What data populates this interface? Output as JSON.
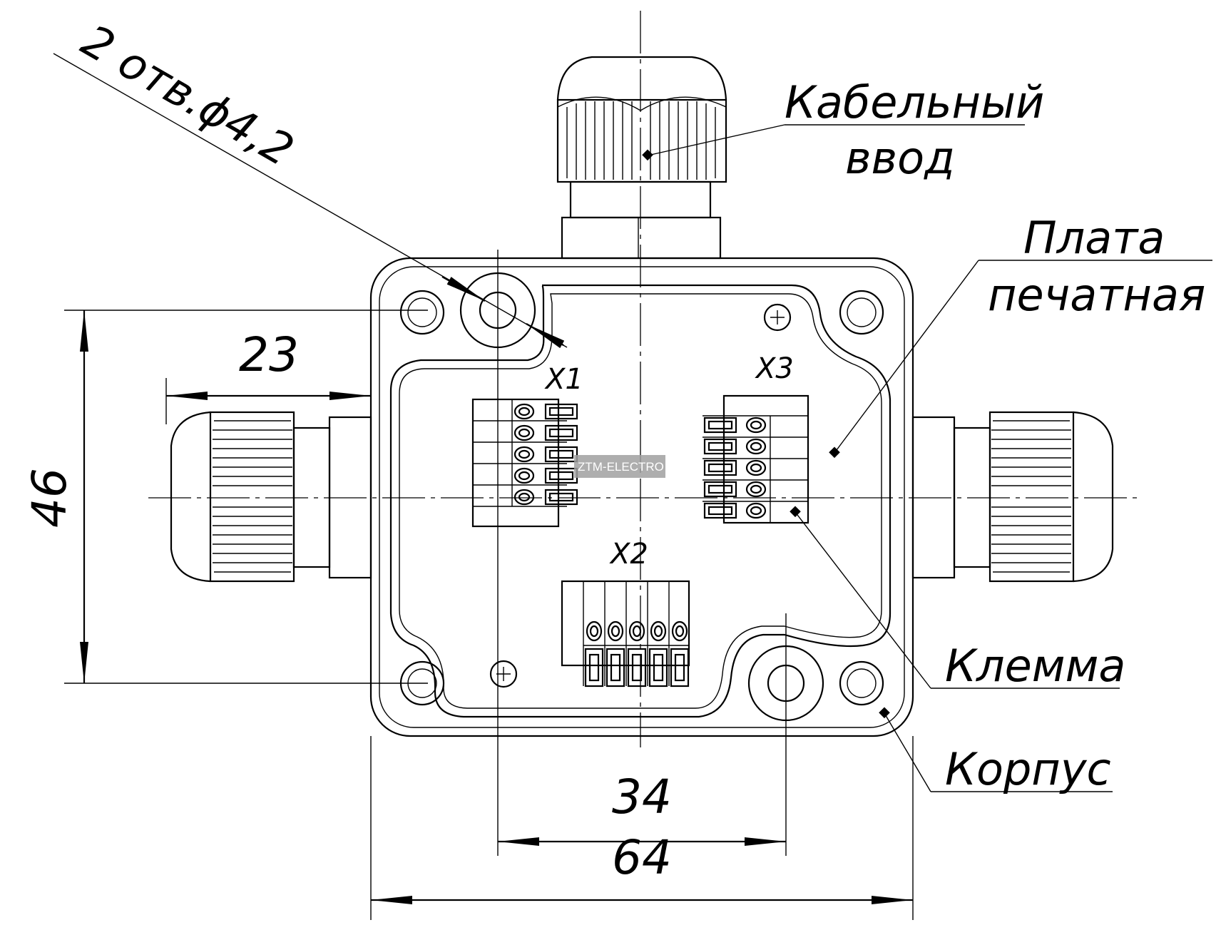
{
  "labels": {
    "holes": "2 отв.ϕ4,2",
    "cable_entry_1": "Кабельный",
    "cable_entry_2": "ввод",
    "pcb_1": "Плата",
    "pcb_2": "печатная",
    "terminal": "Клемма",
    "housing": "Корпус",
    "x1": "X1",
    "x2": "X2",
    "x3": "X3",
    "watermark": "ZTM-ELECTRO"
  },
  "dimensions": {
    "gland_length": "23",
    "height": "46",
    "hole_spacing": "34",
    "width": "64"
  },
  "colors": {
    "line": "#000000",
    "background": "#ffffff",
    "watermark_bg": "#a0a0a0"
  }
}
